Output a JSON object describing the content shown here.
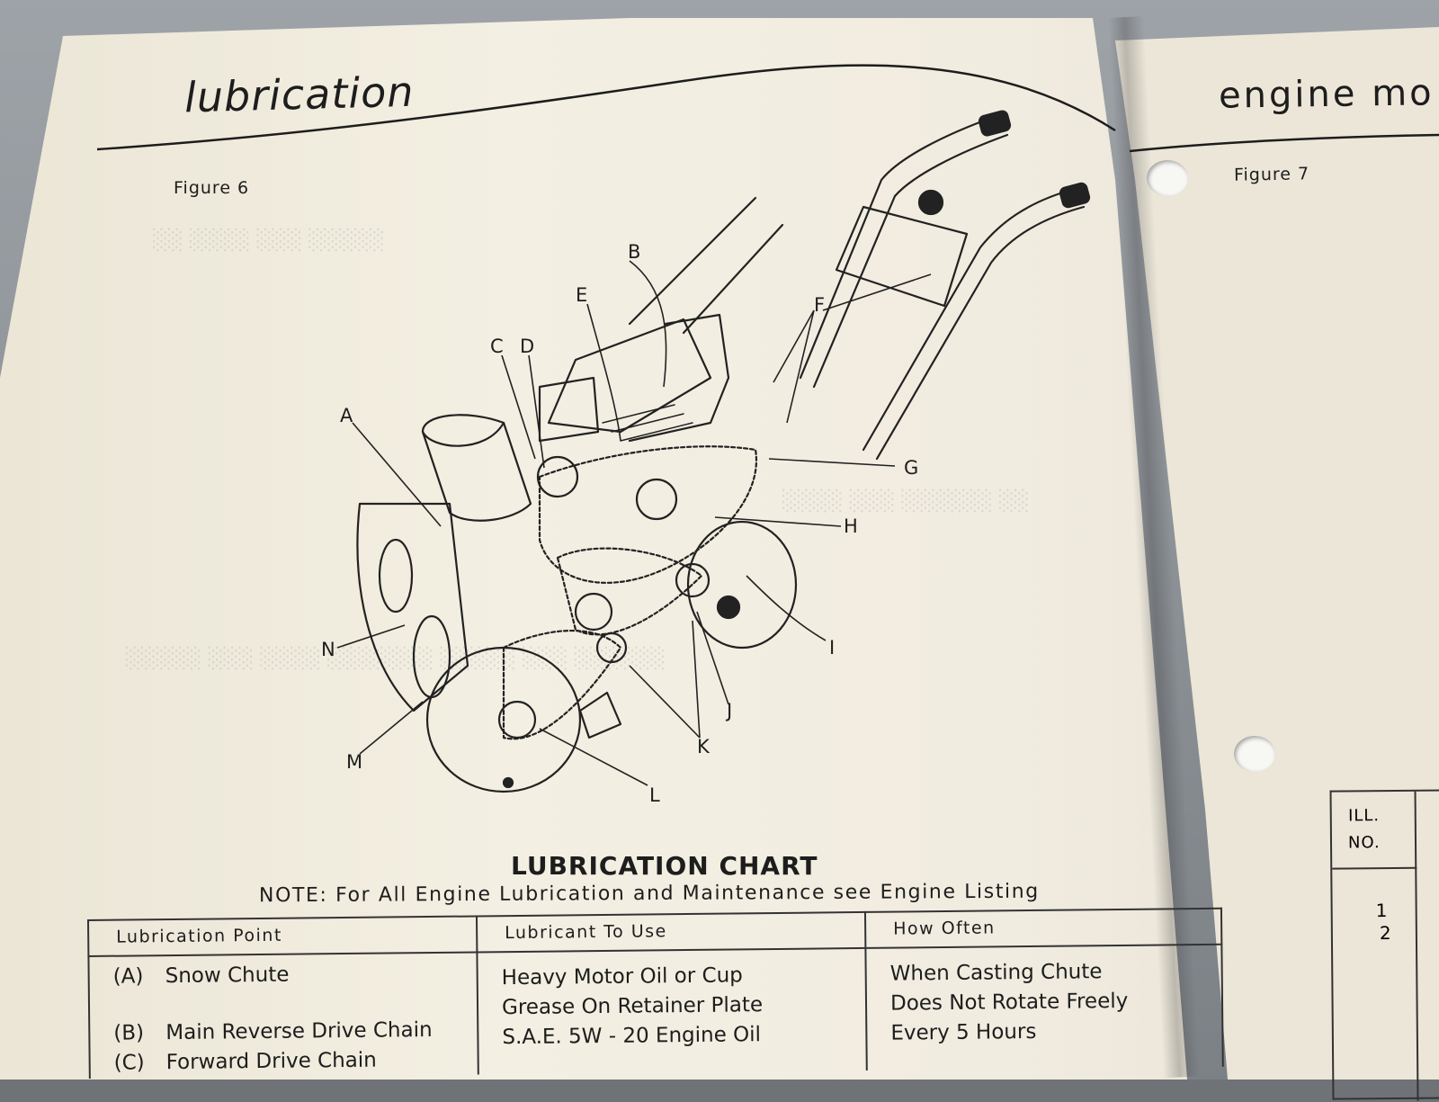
{
  "header": {
    "section_title": "lubrication",
    "right_page_title": "engine mo"
  },
  "figures": {
    "left": "Figure 6",
    "right": "Figure 7"
  },
  "callouts": [
    "A",
    "B",
    "C",
    "D",
    "E",
    "F",
    "G",
    "H",
    "I",
    "J",
    "K",
    "L",
    "M",
    "N"
  ],
  "chart": {
    "title": "LUBRICATION CHART",
    "note": "NOTE: For All Engine Lubrication and Maintenance see Engine Listing",
    "headers": [
      "Lubrication Point",
      "Lubricant To Use",
      "How Often"
    ],
    "points": [
      {
        "code": "(A)",
        "label": "Snow Chute"
      },
      {
        "code": "(B)",
        "label": "Main Reverse Drive Chain"
      },
      {
        "code": "(C)",
        "label": "Forward Drive Chain"
      }
    ],
    "lubricants": [
      "Heavy Motor Oil or Cup",
      "Grease On Retainer Plate",
      "S.A.E. 5W - 20 Engine Oil"
    ],
    "frequency": [
      "When Casting Chute",
      "Does Not Rotate Freely",
      "Every 5 Hours"
    ]
  },
  "right_table": {
    "header_line1": "ILL.",
    "header_line2": "NO.",
    "rows": [
      "1",
      "2"
    ]
  }
}
